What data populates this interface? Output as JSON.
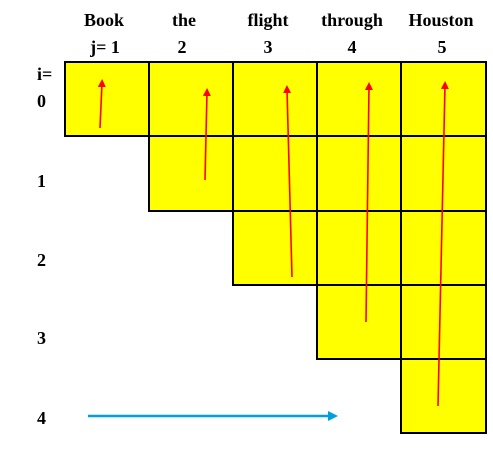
{
  "words": [
    "Book",
    "the",
    "flight",
    "through",
    "Houston"
  ],
  "col_labels": [
    "j= 1",
    "2",
    "3",
    "4",
    "5"
  ],
  "row_labels": [
    "i=",
    "0",
    "1",
    "2",
    "3",
    "4"
  ],
  "colors": {
    "cell_fill": "#ffff00",
    "cell_border": "#000000",
    "vertical_arrow": "#ff0000",
    "horizontal_arrow": "#00a0e0"
  }
}
